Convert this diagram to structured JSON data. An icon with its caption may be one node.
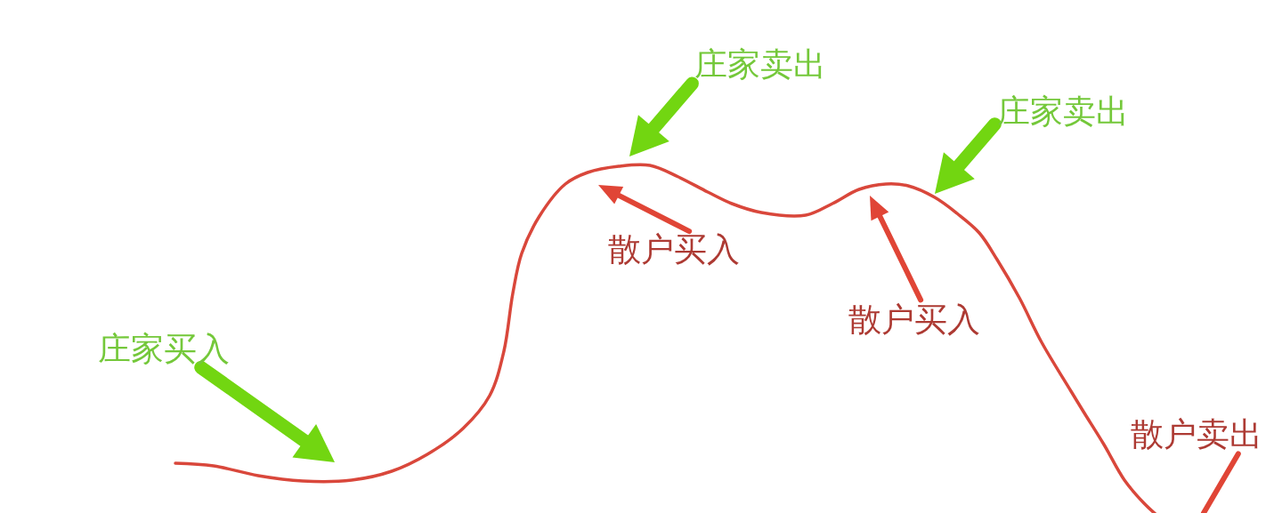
{
  "diagram": {
    "nodes": [
      {
        "text": [
          "庄家买入"
        ]
      },
      {
        "text": [
          "庄家卖出"
        ]
      },
      {
        "text": [
          "散户买入"
        ]
      },
      {
        "text": [
          "庄家卖出"
        ]
      },
      {
        "text": [
          "散户买入"
        ]
      },
      {
        "text": [
          "散户卖出"
        ]
      }
    ],
    "edges": [
      {
        "from": 0,
        "to": null,
        "arrow": "to",
        "style": "thick",
        "color": "#72d611"
      },
      {
        "from": 1,
        "to": null,
        "arrow": "to",
        "style": "thick",
        "color": "#72d611"
      },
      {
        "from": 2,
        "to": null,
        "arrow": "to",
        "color": "#e04536"
      },
      {
        "from": 3,
        "to": null,
        "arrow": "to",
        "style": "thick",
        "color": "#72d611"
      },
      {
        "from": 4,
        "to": null,
        "arrow": "to",
        "color": "#e04536"
      },
      {
        "from": 5,
        "to": null,
        "arrow": "none",
        "color": "#e04536"
      }
    ]
  }
}
